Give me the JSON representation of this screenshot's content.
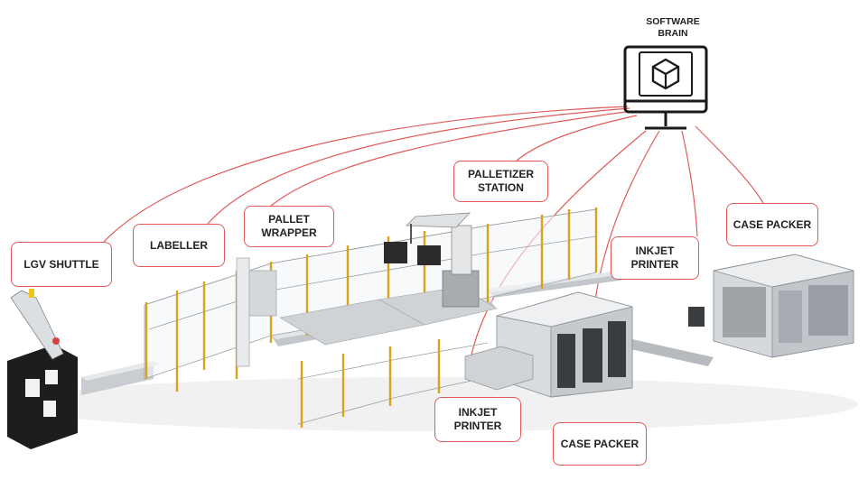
{
  "brain": {
    "line1": "SOFTWARE",
    "line2": "BRAIN",
    "icon": "monitor-cube-icon"
  },
  "callouts": {
    "lgv_shuttle": {
      "line1": "LGV SHUTTLE"
    },
    "labeller": {
      "line1": "LABELLER"
    },
    "pallet_wrapper": {
      "line1": "PALLET",
      "line2": "WRAPPER"
    },
    "palletizer_station": {
      "line1": "PALLETIZER",
      "line2": "STATION"
    },
    "case_packer_right": {
      "line1": "CASE PACKER"
    },
    "inkjet_printer_right": {
      "line1": "INKJET",
      "line2": "PRINTER"
    },
    "inkjet_printer_bottom": {
      "line1": "INKJET",
      "line2": "PRINTER"
    },
    "case_packer_bottom": {
      "line1": "CASE PACKER"
    }
  },
  "colors": {
    "connector": "#e05a5a",
    "fence_post": "#d9a21b",
    "machine": "#bfc3c7",
    "dark": "#1d1d1d"
  }
}
